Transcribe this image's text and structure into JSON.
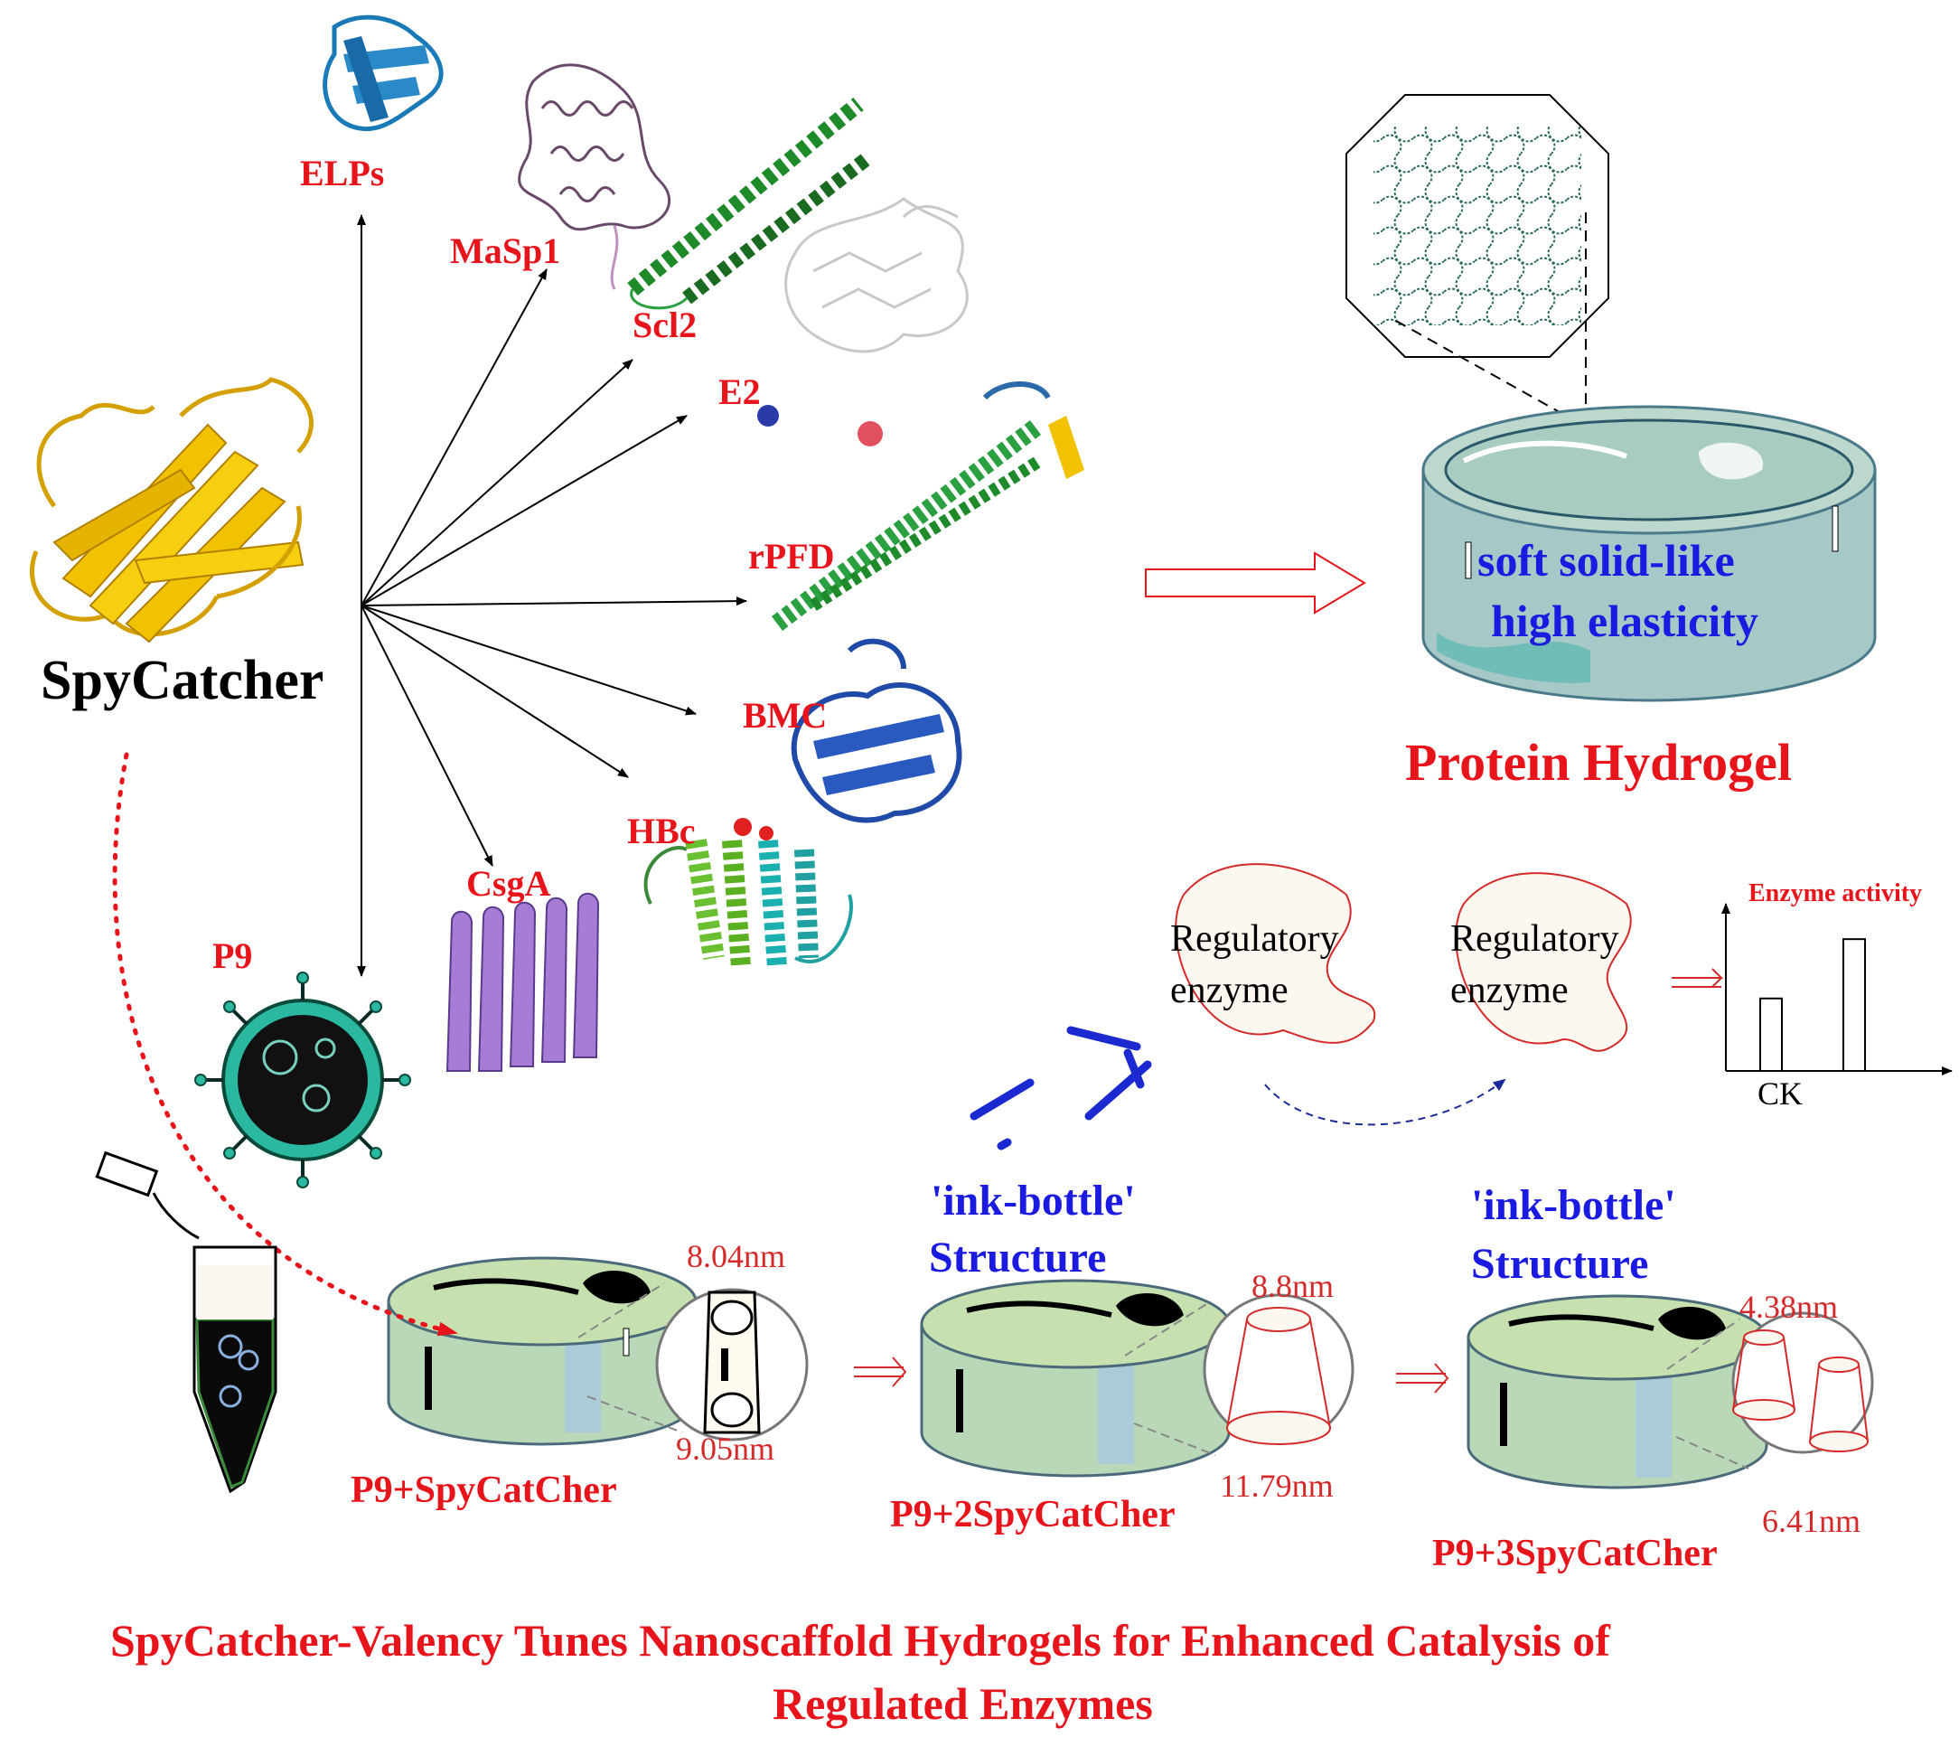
{
  "labels": {
    "spycatcher": "SpyCatcher",
    "elps": "ELPs",
    "masp1": "MaSp1",
    "scl2": "Scl2",
    "e2": "E2",
    "rpfd": "rPFD",
    "bmc": "BMC",
    "hbc": "HBc",
    "csga": "CsgA",
    "p9": "P9"
  },
  "hydrogel": {
    "property_1": "soft solid-like",
    "property_2": "high elasticity",
    "title": "Protein Hydrogel"
  },
  "enzyme": {
    "left_line_1": "Regulatory",
    "left_line_2": "enzyme",
    "right_line_1": "Regulatory",
    "right_line_2": "enzyme",
    "chart_title": "Enzyme activity",
    "chart_tick": "CK"
  },
  "chart_data": {
    "type": "bar",
    "title": "Enzyme activity",
    "categories": [
      "CK",
      ""
    ],
    "values": [
      0.55,
      1.0
    ],
    "ylim": [
      0,
      1.2
    ],
    "grid": false
  },
  "stages": [
    {
      "name": "P9+SpyCatCher",
      "top_size": "8.04nm",
      "bottom_size": "9.05nm"
    },
    {
      "name": "P9+2SpyCatCher",
      "top_size": "8.8nm",
      "bottom_size": "11.79nm",
      "structure_1": "'ink-bottle'",
      "structure_2": "Structure"
    },
    {
      "name": "P9+3SpyCatCher",
      "top_size": "4.38nm",
      "bottom_size": "6.41nm",
      "structure_1": "'ink-bottle'",
      "structure_2": "Structure"
    }
  ],
  "footer": {
    "line_1": "SpyCatcher-Valency Tunes Nanoscaffold Hydrogels for Enhanced Catalysis of",
    "line_2": "Regulated Enzymes"
  },
  "colors": {
    "label_red": "#e8141b",
    "label_blue": "#1a1ae0",
    "gel": "#b8d8c8",
    "arrow_red": "#d42a2a"
  }
}
